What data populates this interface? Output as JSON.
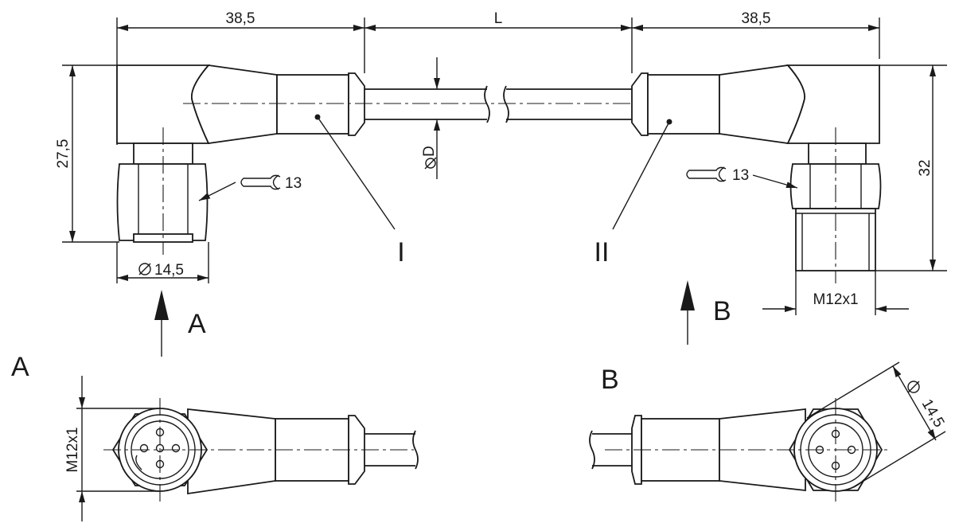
{
  "drawing": {
    "dims": {
      "left_length": "38,5",
      "cable_length": "L",
      "right_length": "38,5",
      "left_height": "27,5",
      "right_height": "32",
      "cable_diameter": "D",
      "nut_diameter_left": "14,5",
      "wrench_left": "13",
      "wrench_right": "13",
      "thread_right": "M12x1",
      "thread_view_a": "M12x1",
      "nut_diameter_view_b": "14,5"
    },
    "labels": {
      "connector_one": "I",
      "connector_two": "II",
      "arrow_a": "A",
      "arrow_b": "B",
      "view_a_title": "A",
      "view_b_title": "B"
    }
  }
}
